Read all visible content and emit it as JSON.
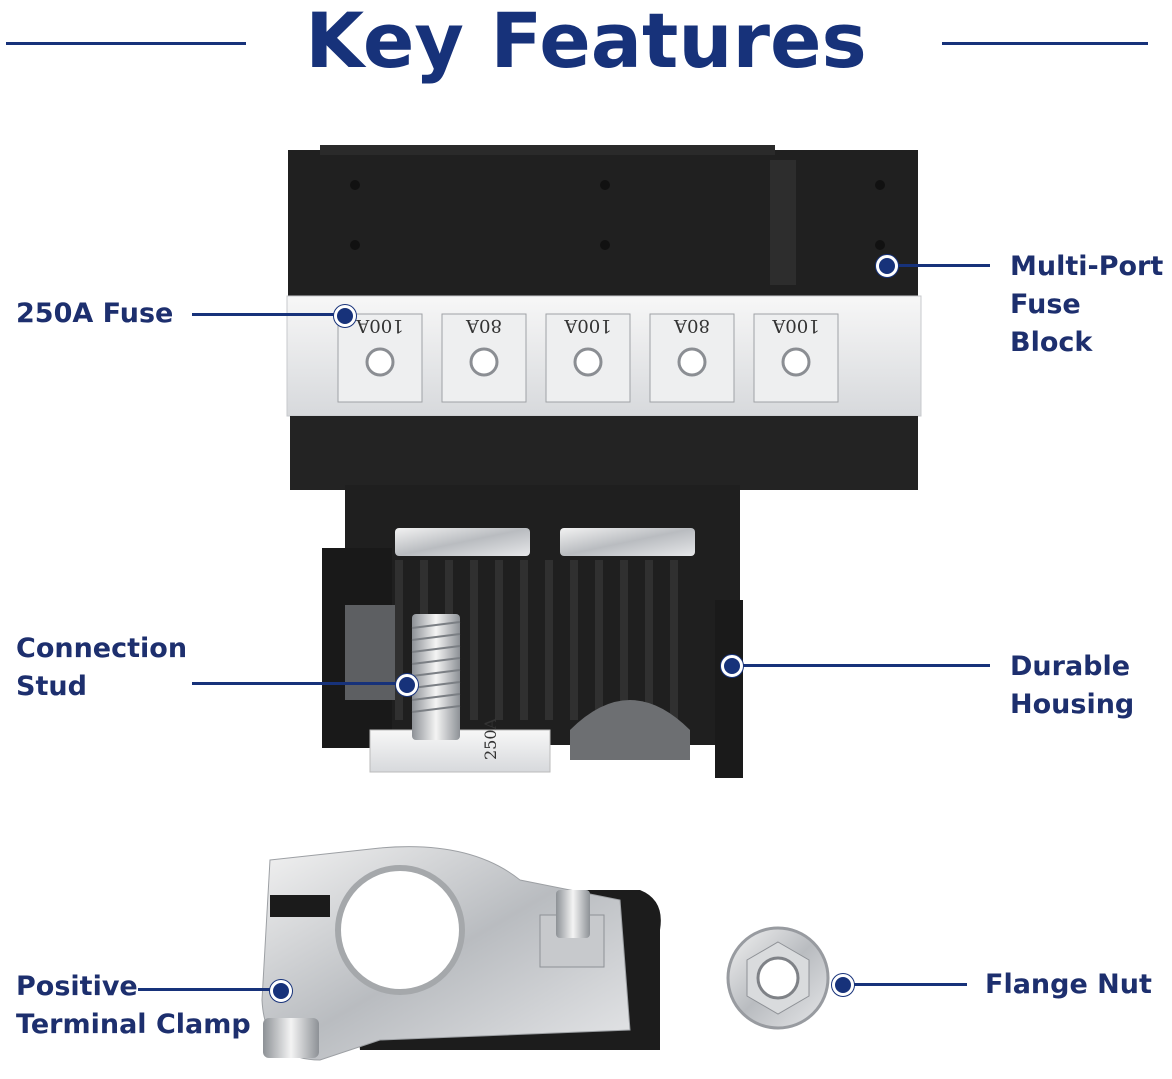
{
  "header": {
    "title": "Key Features"
  },
  "callouts": {
    "fuse250": "250A Fuse",
    "multiport": "Multi-Port\nFuse Block",
    "stud": "Connection\nStud",
    "housing": "Durable\nHousing",
    "clamp": "Positive\nTerminal Clamp",
    "nut": "Flange Nut"
  },
  "fuse_block": {
    "fuses": [
      "100A",
      "80A",
      "100A",
      "80A",
      "100A"
    ],
    "main_fuse": "250A"
  },
  "colors": {
    "accent": "#17327a",
    "housing": "#1e1e1e"
  }
}
